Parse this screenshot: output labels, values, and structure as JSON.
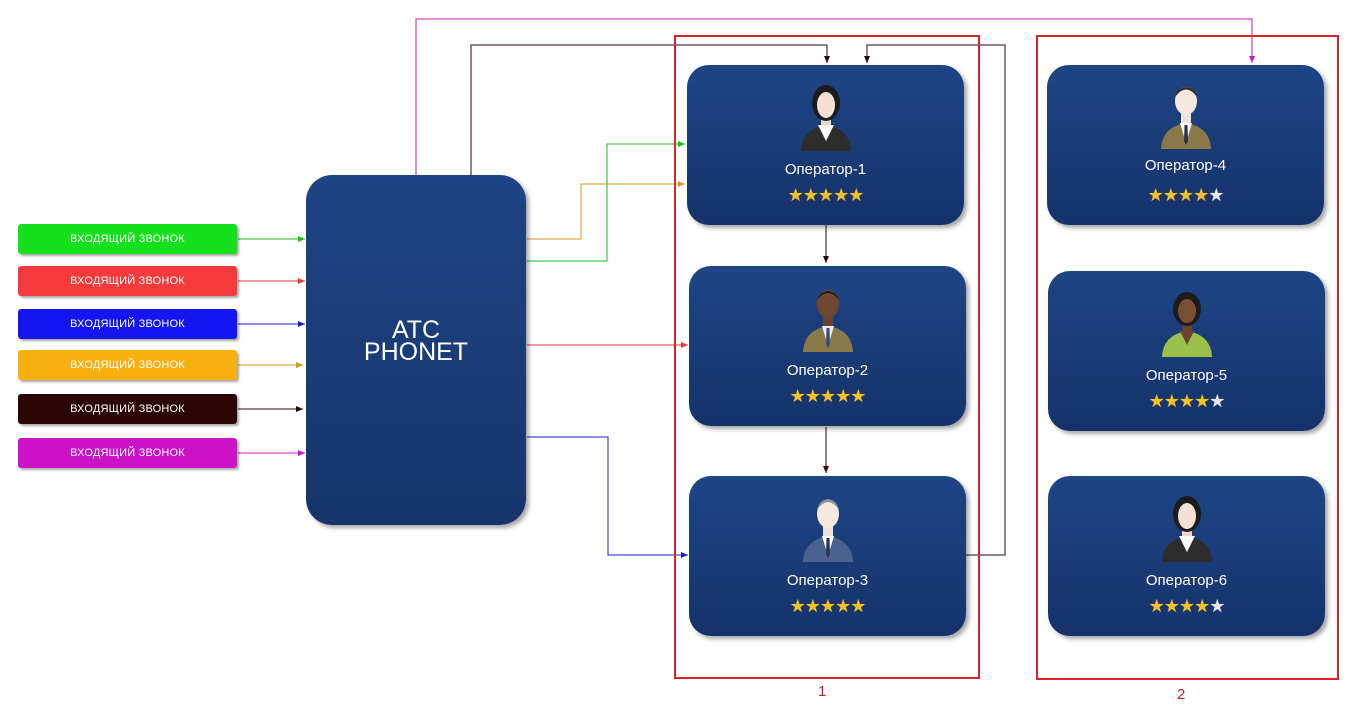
{
  "calls": [
    {
      "label": "ВХОДЯЩИЙ ЗВОНОК",
      "color": "#15e01c"
    },
    {
      "label": "ВХОДЯЩИЙ ЗВОНОК",
      "color": "#f43a3a"
    },
    {
      "label": "ВХОДЯЩИЙ ЗВОНОК",
      "color": "#1515f2"
    },
    {
      "label": "ВХОДЯЩИЙ ЗВОНОК",
      "color": "#f7b00f"
    },
    {
      "label": "ВХОДЯЩИЙ ЗВОНОК",
      "color": "#2b0505"
    },
    {
      "label": "ВХОДЯЩИЙ ЗВОНОК",
      "color": "#cc12c8"
    }
  ],
  "pbx": {
    "line1": "АТС",
    "line2": "PHONET",
    "color": "#1b3f7d"
  },
  "groups": [
    {
      "label": "1",
      "border_color": "#d9252a"
    },
    {
      "label": "2",
      "border_color": "#d9252a"
    }
  ],
  "operators": [
    {
      "name": "Оператор-1",
      "rating": 5,
      "icon": "female-operator-icon"
    },
    {
      "name": "Оператор-2",
      "rating": 5,
      "icon": "male-operator-icon"
    },
    {
      "name": "Оператор-3",
      "rating": 5,
      "icon": "male-operator-icon"
    },
    {
      "name": "Оператор-4",
      "rating": 4,
      "icon": "male-operator-icon"
    },
    {
      "name": "Оператор-5",
      "rating": 4,
      "icon": "female-operator-icon"
    },
    {
      "name": "Оператор-6",
      "rating": 4,
      "icon": "female-operator-icon"
    }
  ],
  "rating_max": 5,
  "colors": {
    "card": "#1b3f7d",
    "star": "#f2c12e",
    "star_empty": "#e3e6ea",
    "group_border": "#d9252a",
    "route_overflow": "#2b0505"
  }
}
